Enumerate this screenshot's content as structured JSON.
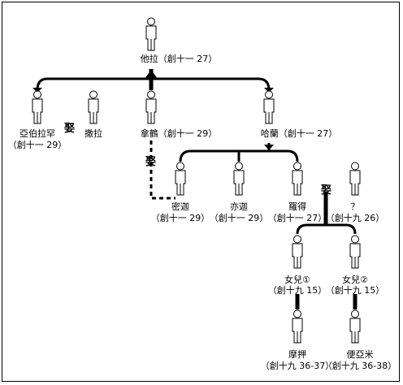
{
  "people": {
    "terah": "他拉（創十一 27）",
    "abram_name": "亞伯拉罕",
    "abram_ref": "（創十一 29）",
    "sarai": "撒拉",
    "nahor": "拿鶴（創十一 29）",
    "haran": "哈蘭（創十一 27）",
    "milcah_name": "密迦",
    "milcah_ref": "（創十一 29）",
    "iscah_name": "亦迦",
    "iscah_ref": "（創十一 29）",
    "lot_name": "羅得",
    "lot_ref": "（創十一 27）",
    "unknown_name": "？",
    "unknown_ref": "（創十九 26）",
    "daughter1_name": "女兒①",
    "daughter1_ref": "（創十九 15）",
    "daughter2_name": "女兒②",
    "daughter2_ref": "（創十九 15）",
    "moab_name": "摩押",
    "moab_ref": "（創十九 36-37）",
    "ammon_name": "便亞米",
    "ammon_ref": "（創十九 36-38）"
  },
  "marriage_labels": {
    "abram_sarai": "娶",
    "nahor_milcah": "娶",
    "lot_wife": "娶"
  }
}
